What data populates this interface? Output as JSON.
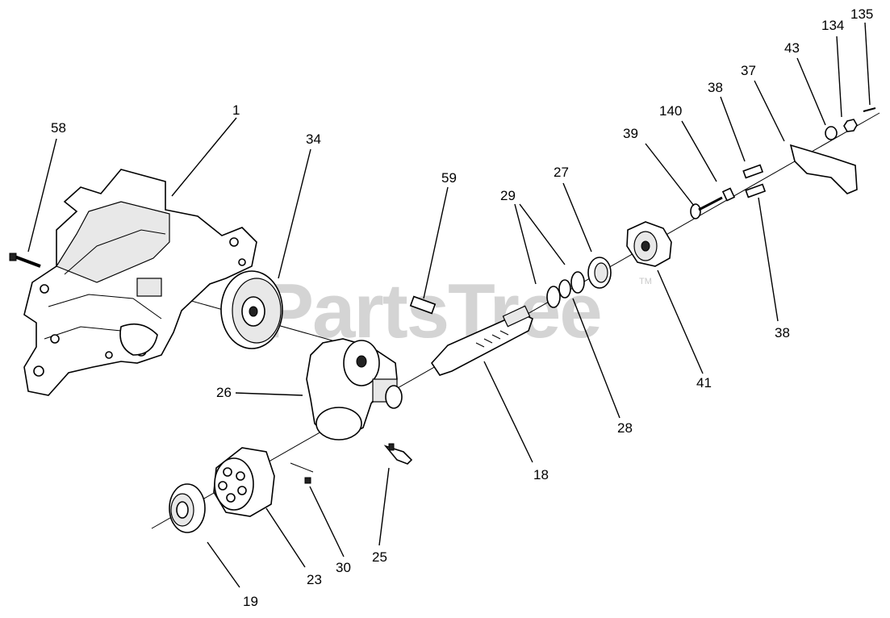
{
  "watermark": {
    "text": "PartsTree",
    "trademark": "TM"
  },
  "callouts": {
    "c1": "1",
    "c58": "58",
    "c34": "34",
    "c59": "59",
    "c29": "29",
    "c27": "27",
    "c39": "39",
    "c140": "140",
    "c38a": "38",
    "c37": "37",
    "c43": "43",
    "c134": "134",
    "c135": "135",
    "c38b": "38",
    "c41": "41",
    "c28": "28",
    "c18": "18",
    "c26": "26",
    "c25": "25",
    "c30": "30",
    "c23": "23",
    "c19": "19"
  }
}
